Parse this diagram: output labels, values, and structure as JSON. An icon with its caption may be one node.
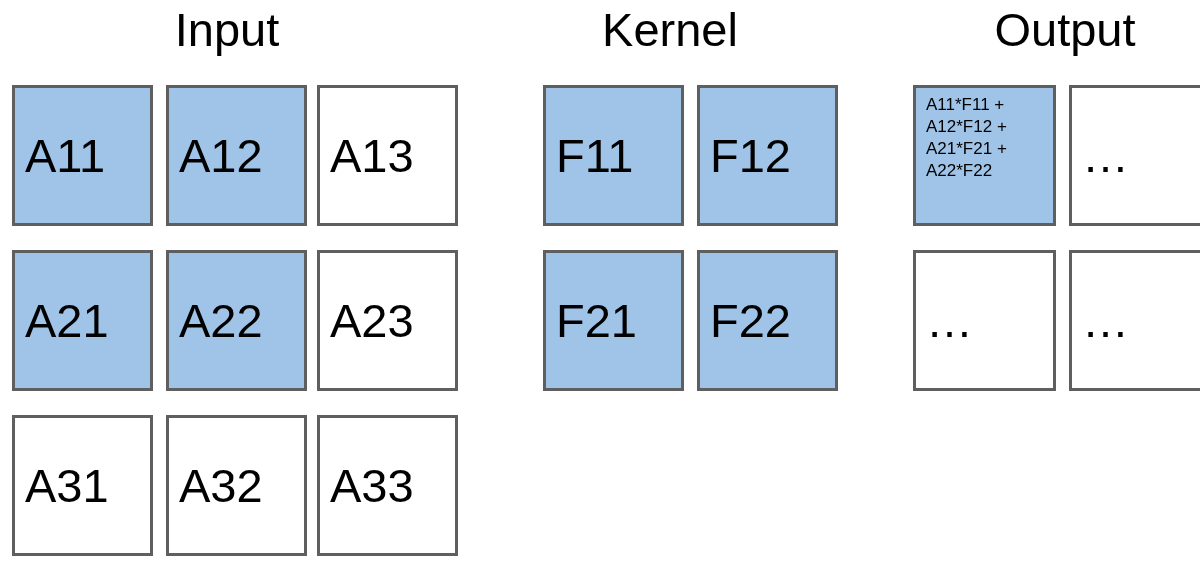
{
  "diagram": {
    "nodes": [
      {
        "text": [
          "A11"
        ]
      },
      {
        "text": [
          "A12"
        ]
      },
      {
        "text": [
          "A13"
        ]
      },
      {
        "text": [
          "A21"
        ]
      },
      {
        "text": [
          "A22"
        ]
      },
      {
        "text": [
          "A23"
        ]
      },
      {
        "text": [
          "A31"
        ]
      },
      {
        "text": [
          "A32"
        ]
      },
      {
        "text": [
          "A33"
        ]
      },
      {
        "text": [
          "F11"
        ]
      },
      {
        "text": [
          "F12"
        ]
      },
      {
        "text": [
          "F21"
        ]
      },
      {
        "text": [
          "F22"
        ]
      },
      {
        "text": [
          "A11*F11 + A12*F12 + A21*F21 + A22*F22"
        ]
      },
      {
        "text": [
          "…"
        ]
      },
      {
        "text": [
          "…"
        ]
      },
      {
        "text": [
          "…"
        ]
      }
    ],
    "labels": [
      "Input",
      "Kernel",
      "Output"
    ]
  }
}
